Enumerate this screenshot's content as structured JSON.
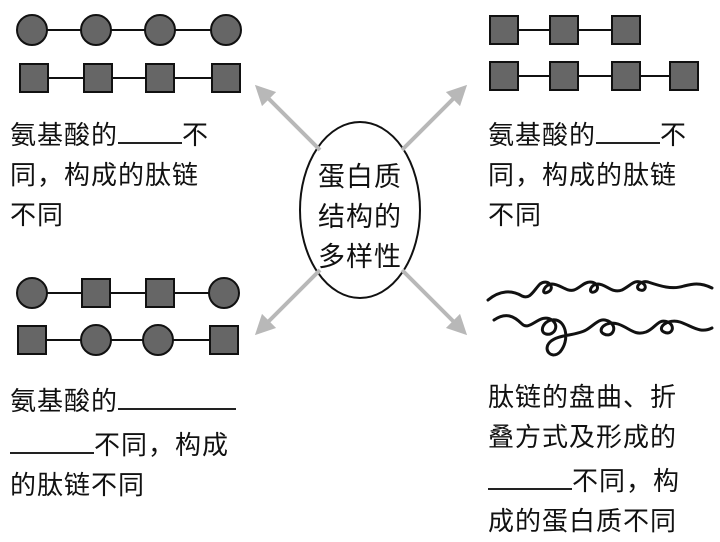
{
  "center": {
    "lines": [
      "蛋白质",
      "结构的",
      "多样性"
    ]
  },
  "top_left": {
    "line1_prefix": "氨基酸的",
    "line1_suffix": "不",
    "line2": "同，构成的肽链",
    "line3": "不同"
  },
  "top_right": {
    "line1_prefix": "氨基酸的",
    "line1_suffix": "不",
    "line2": "同，构成的肽链",
    "line3": "不同"
  },
  "bottom_left": {
    "line1_prefix": "氨基酸的",
    "line2_suffix": "不同，构成",
    "line3": "的肽链不同"
  },
  "bottom_right": {
    "line1": "肽链的盘曲、折",
    "line2": "叠方式及形成的",
    "line3_suffix": "不同，构",
    "line4": "成的蛋白质不同"
  },
  "colors": {
    "shape_fill": "#666666",
    "stroke": "#111111",
    "arrow": "#b8b8b8"
  }
}
